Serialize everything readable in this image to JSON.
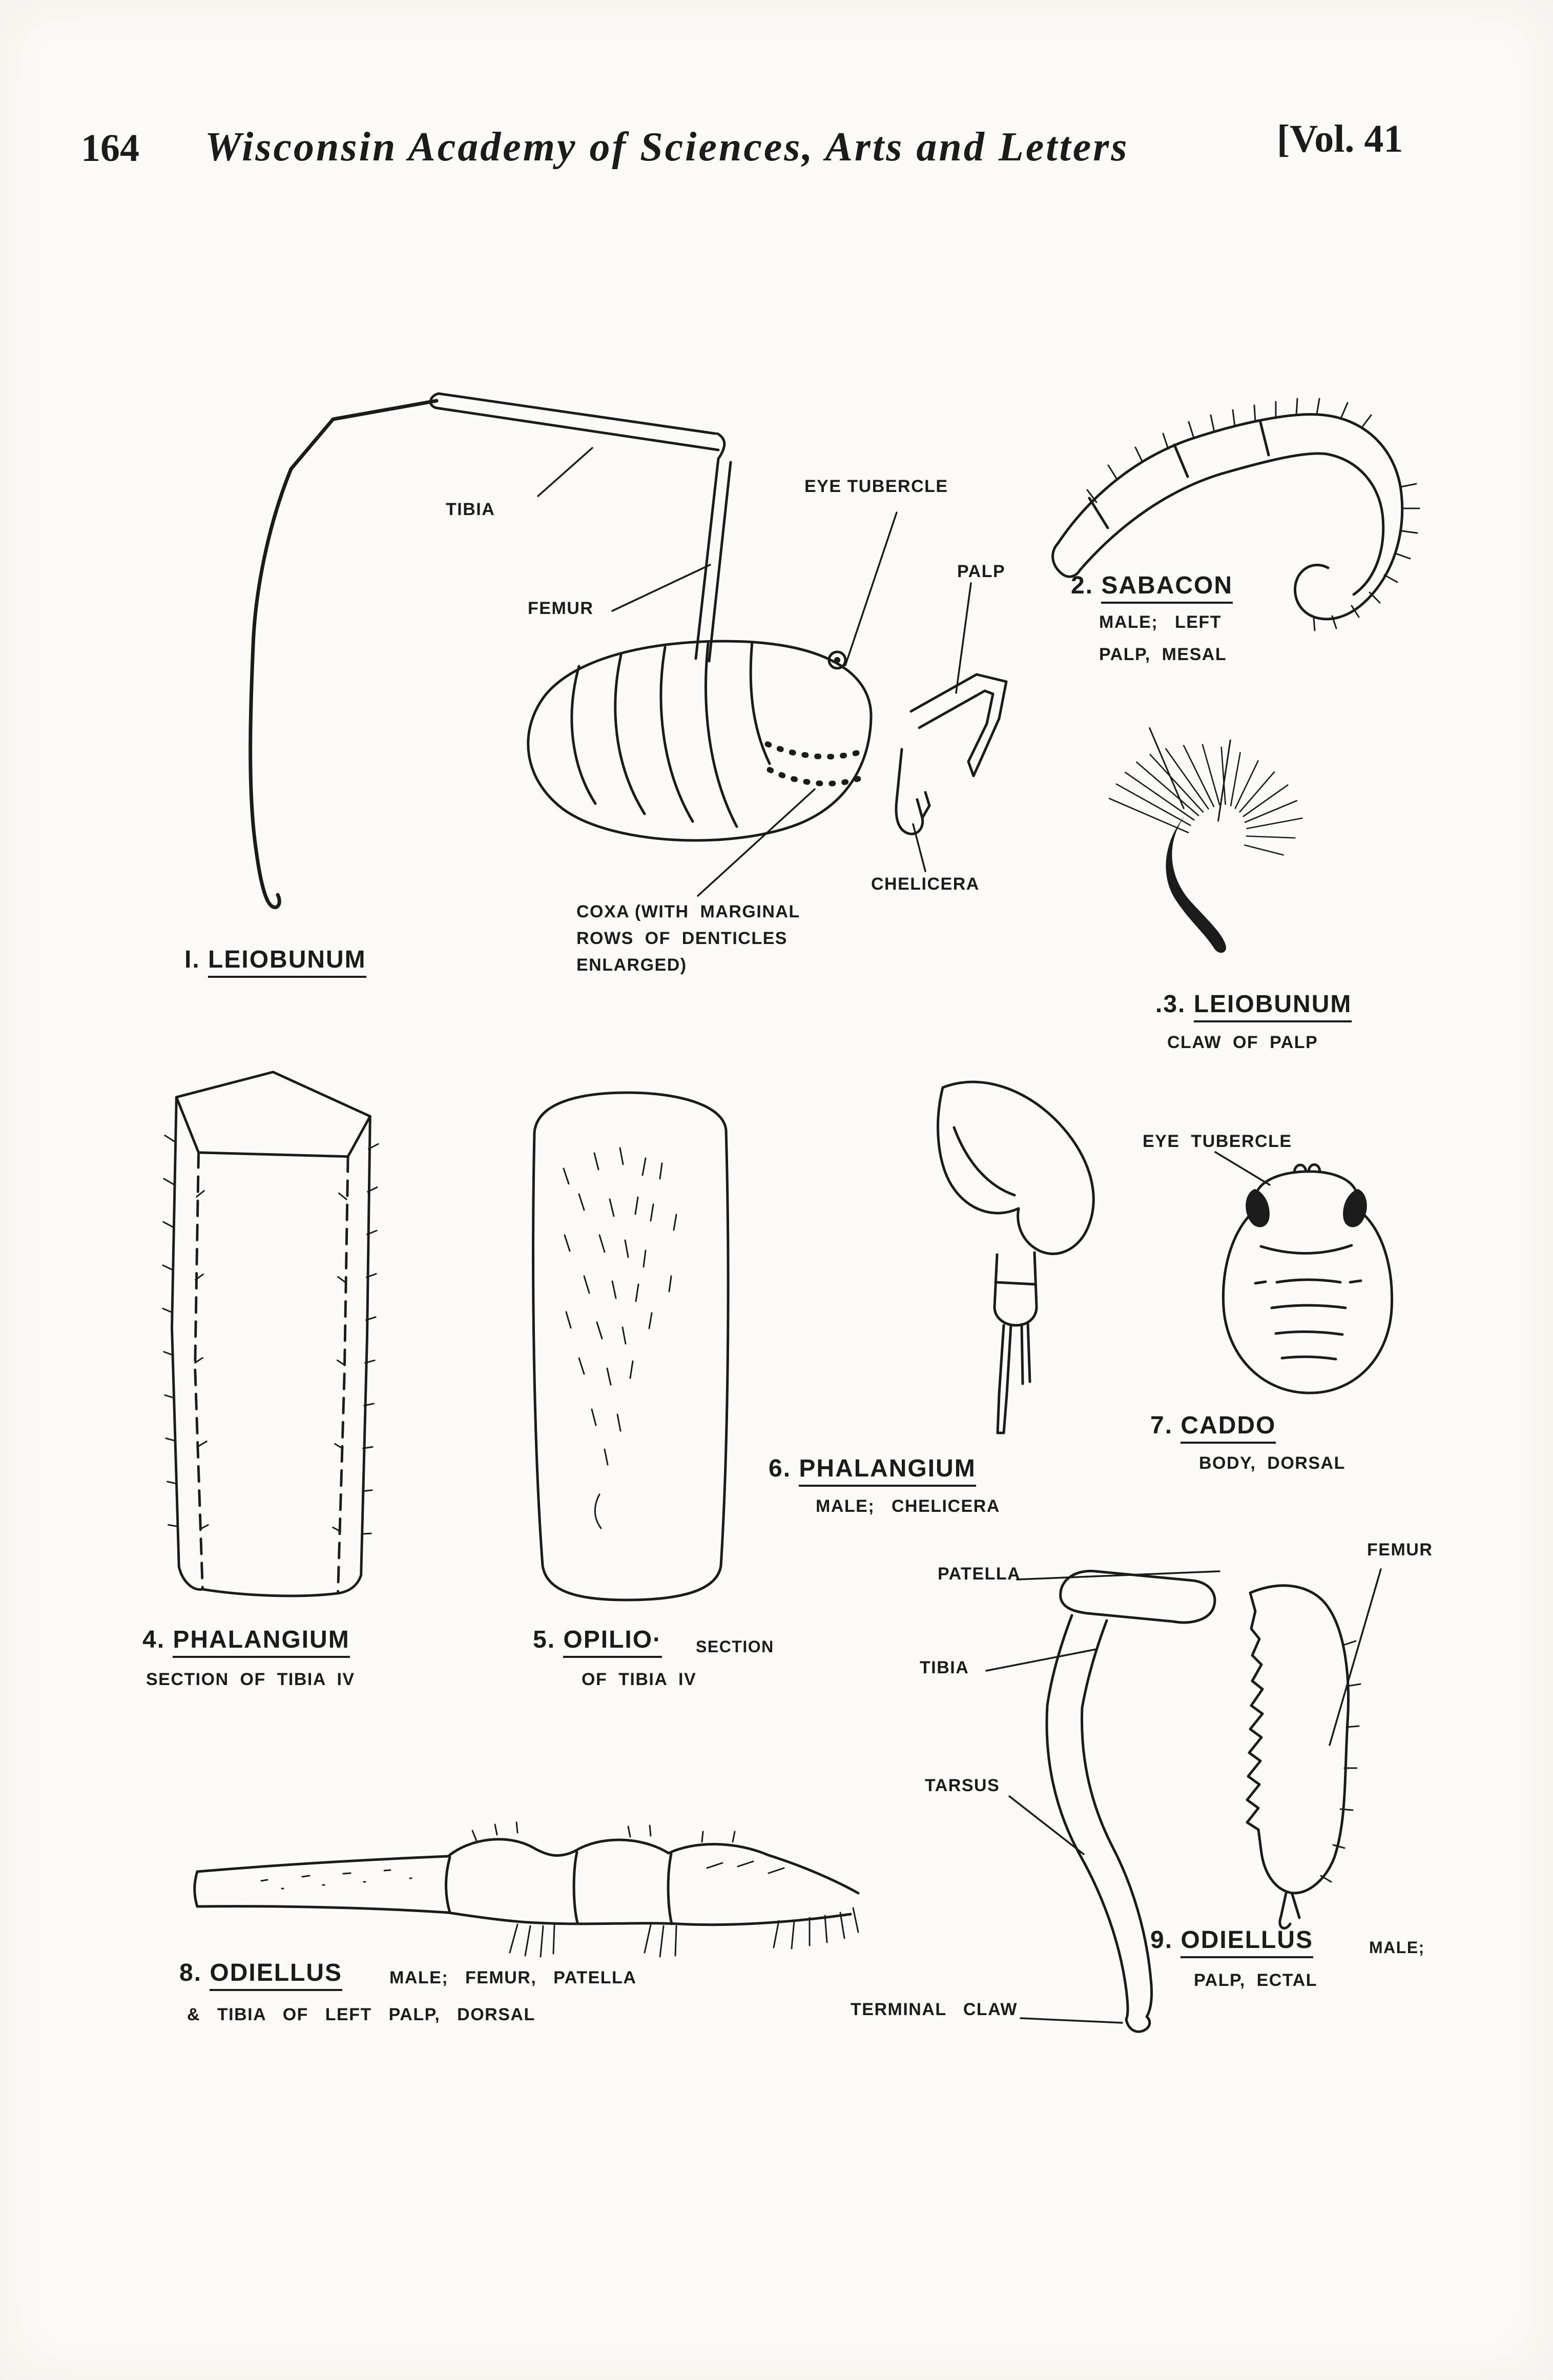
{
  "header": {
    "page_number": "164",
    "title": "Wisconsin Academy of Sciences, Arts and Letters",
    "volume": "[Vol. 41"
  },
  "fig1": {
    "num": "I.",
    "name": "LEIOBUNUM",
    "label_tibia": "TIBIA",
    "label_eye_tubercle": "EYE TUBERCLE",
    "label_femur": "FEMUR",
    "label_palp": "PALP",
    "label_chelicera": "CHELICERA",
    "coxa_note_1": "COXA (WITH  MARGINAL",
    "coxa_note_2": "ROWS  OF  DENTICLES",
    "coxa_note_3": "ENLARGED)"
  },
  "fig2": {
    "num": "2.",
    "name": "SABACON",
    "sub_1": "MALE;   LEFT",
    "sub_2": "PALP,  MESAL"
  },
  "fig3": {
    "num": ".3.",
    "name": "LEIOBUNUM",
    "sub": "CLAW  OF  PALP"
  },
  "fig4": {
    "num": "4.",
    "name": "PHALANGIUM",
    "sub": "SECTION  OF  TIBIA  IV"
  },
  "fig5": {
    "num": "5.",
    "name": "OPILIO·",
    "suffix": "SECTION",
    "sub": "OF  TIBIA  IV"
  },
  "fig6": {
    "num": "6.",
    "name": "PHALANGIUM",
    "sub": "MALE;   CHELICERA"
  },
  "fig7": {
    "num": "7.",
    "name": "CADDO",
    "sub": "BODY,  DORSAL",
    "label_eye_tubercle": "EYE  TUBERCLE"
  },
  "fig8": {
    "num": "8.",
    "name": "ODIELLUS",
    "sub_inline": "MALE;   FEMUR,   PATELLA",
    "sub_2": "&   TIBIA   OF   LEFT   PALP,   DORSAL"
  },
  "fig9": {
    "num": "9.",
    "name": "ODIELLUS",
    "suffix": "MALE;",
    "sub": "PALP,  ECTAL",
    "label_patella": "PATELLA",
    "label_femur": "FEMUR",
    "label_tibia": "TIBIA",
    "label_tarsus": "TARSUS",
    "label_terminal_claw": "TERMINAL   CLAW"
  }
}
